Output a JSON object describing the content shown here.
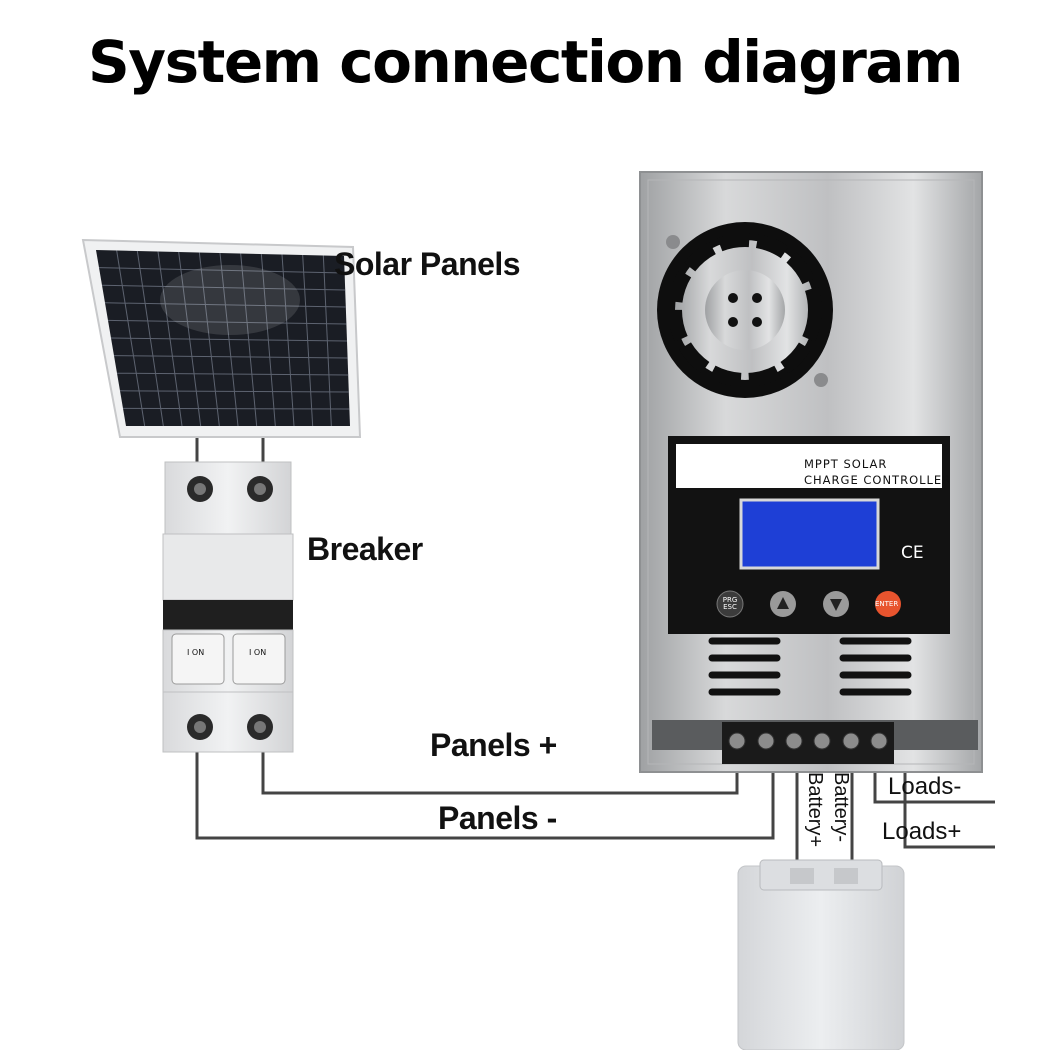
{
  "title": "System connection diagram",
  "labels": {
    "solar_panels": "Solar Panels",
    "breaker": "Breaker",
    "panels_plus": "Panels +",
    "panels_minus": "Panels -",
    "battery_plus": "Battery+",
    "battery_minus": "Battery-",
    "loads_minus": "Loads-",
    "loads_plus": "Loads+"
  },
  "controller": {
    "name_line1": "MPPT SOLAR",
    "name_line2": "CHARGE CONTROLLER",
    "ce_mark": "CE",
    "buttons": [
      {
        "label": "PRG ESC",
        "icon": "prg-esc"
      },
      {
        "label": "",
        "icon": "up-arrow-icon"
      },
      {
        "label": "",
        "icon": "down-arrow-icon"
      },
      {
        "label": "ENTER",
        "icon": "enter"
      }
    ]
  },
  "breaker": {
    "switch_text_left": "I ON",
    "switch_text_right": "I ON"
  },
  "colors": {
    "wire": "#444444",
    "panel_cell": "#1a1d24",
    "controller_silver": "#c9cacb",
    "lcd": "#1e3fd6",
    "enter_button": "#e8542e",
    "battery": "#e4e5e7"
  }
}
